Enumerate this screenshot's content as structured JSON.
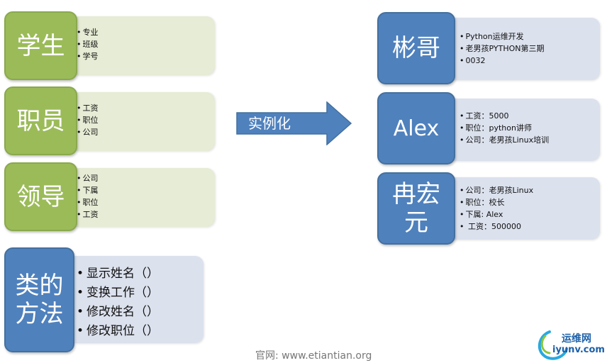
{
  "classes": [
    {
      "title": "学生",
      "items": [
        "专业",
        "班级",
        "学号"
      ]
    },
    {
      "title": "职员",
      "items": [
        "工资",
        "职位",
        "公司"
      ]
    },
    {
      "title": "领导",
      "items": [
        "公司",
        "下属",
        "职位",
        "工资"
      ]
    },
    {
      "title": "类的\n方法",
      "items": [
        "显示姓名（）",
        "变换工作（）",
        "修改姓名（）",
        "修改职位（）"
      ]
    }
  ],
  "arrow_label": "实例化",
  "instances": [
    {
      "title": "彬哥",
      "items": [
        "Python运维开发",
        "老男孩PYTHON第三期",
        "0032"
      ]
    },
    {
      "title": "Alex",
      "items": [
        "工资：5000",
        "职位：python讲师",
        "公司：老男孩Linux培训"
      ]
    },
    {
      "title": "冉宏\n元",
      "items": [
        "公司：老男孩Linux",
        "职位：校长",
        "下属: Alex",
        " 工资：500000"
      ]
    }
  ],
  "footer": "官网: www.etiantian.org",
  "logo": {
    "line1": "运维网",
    "line2": "iyunv.com",
    "icon": "swirl-logo-icon"
  },
  "colors": {
    "green": "#9bbb59",
    "blue": "#4f81bd",
    "panel_green": "#e6ecd5",
    "panel_blue": "#dbe1ed"
  }
}
